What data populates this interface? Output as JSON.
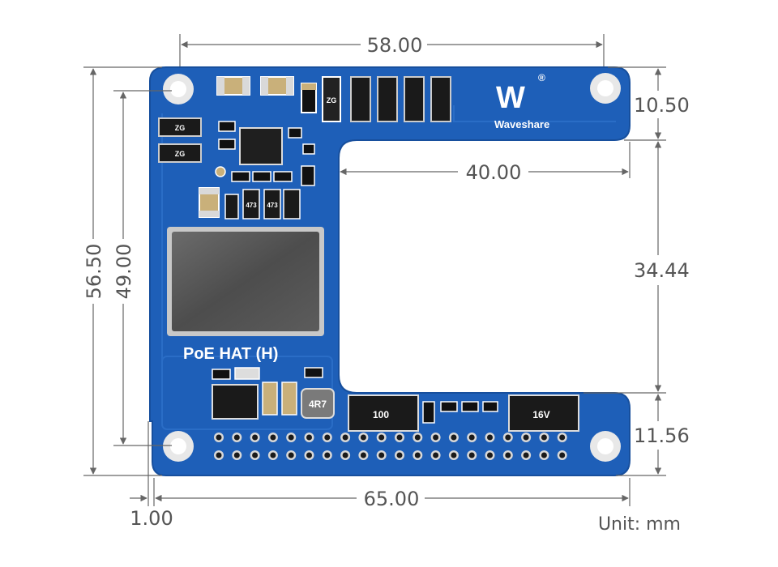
{
  "dimensions": {
    "top_width": "58.00",
    "top_right_height": "10.50",
    "cutout_width": "40.00",
    "cutout_height": "34.44",
    "bottom_right_height": "11.56",
    "total_width": "65.00",
    "edge_offset": "1.00",
    "total_height": "56.50",
    "hole_spacing_height": "49.00"
  },
  "unit": "Unit: mm",
  "board": {
    "title": "PoE HAT (H)",
    "brand": "Waveshare",
    "logo_mark": "W",
    "registered_mark": "®",
    "component_markings": {
      "inductor": "4R7",
      "cap_1": "100",
      "cap_2": "16V",
      "res_1": "473",
      "res_2": "473",
      "diode_1": "ZG",
      "diode_2": "ZG",
      "diode_3": "ZG"
    }
  },
  "colors": {
    "pcb_blue": "#1e5fb8",
    "pcb_edge": "#174f9d",
    "dimension_line": "#666666",
    "text_gray": "#555555"
  }
}
